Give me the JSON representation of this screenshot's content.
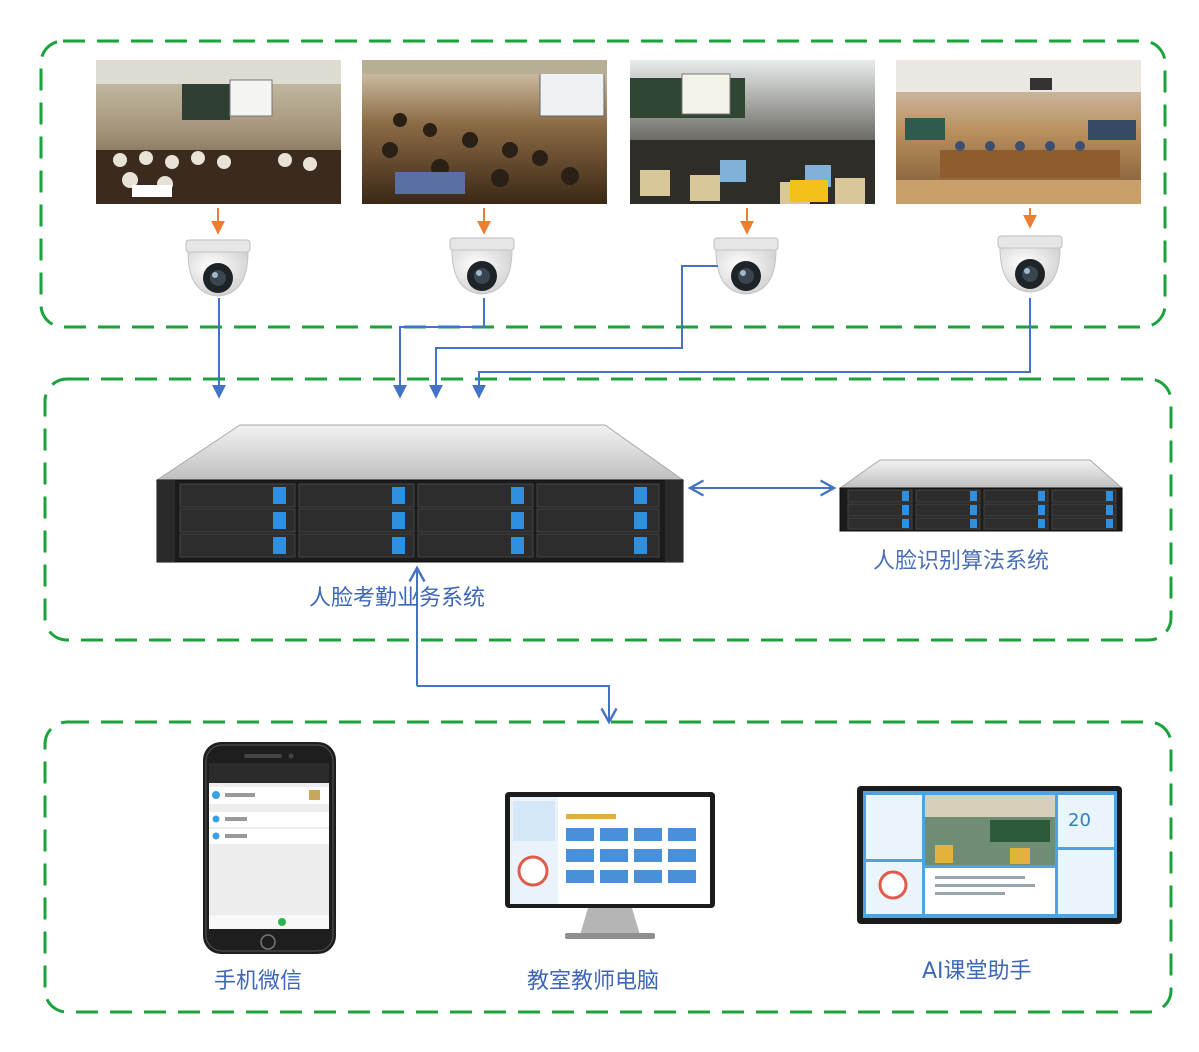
{
  "colors": {
    "group_border": "#1aa33a",
    "arrow_orange": "#ed7d31",
    "arrow_blue": "#4472c4",
    "label_blue": "#3f67b8",
    "server_light": "#dcdcdc",
    "server_dark": "#1b1b1b",
    "drive_blue": "#2f8fe0"
  },
  "classrooms": [
    {
      "name": "classroom-photo-1"
    },
    {
      "name": "classroom-photo-2"
    },
    {
      "name": "classroom-photo-3"
    },
    {
      "name": "classroom-photo-4"
    }
  ],
  "cameras": [
    "dome-camera-icon",
    "dome-camera-icon",
    "dome-camera-icon",
    "dome-camera-icon"
  ],
  "systems": {
    "attendance_system": "人脸考勤业务系统",
    "recognition_system": "人脸识别算法系统"
  },
  "clients": {
    "phone": "手机微信",
    "teacher_pc": "教室教师电脑",
    "ai_assistant": "AI课堂助手"
  },
  "ai_screen": {
    "count": "20"
  }
}
